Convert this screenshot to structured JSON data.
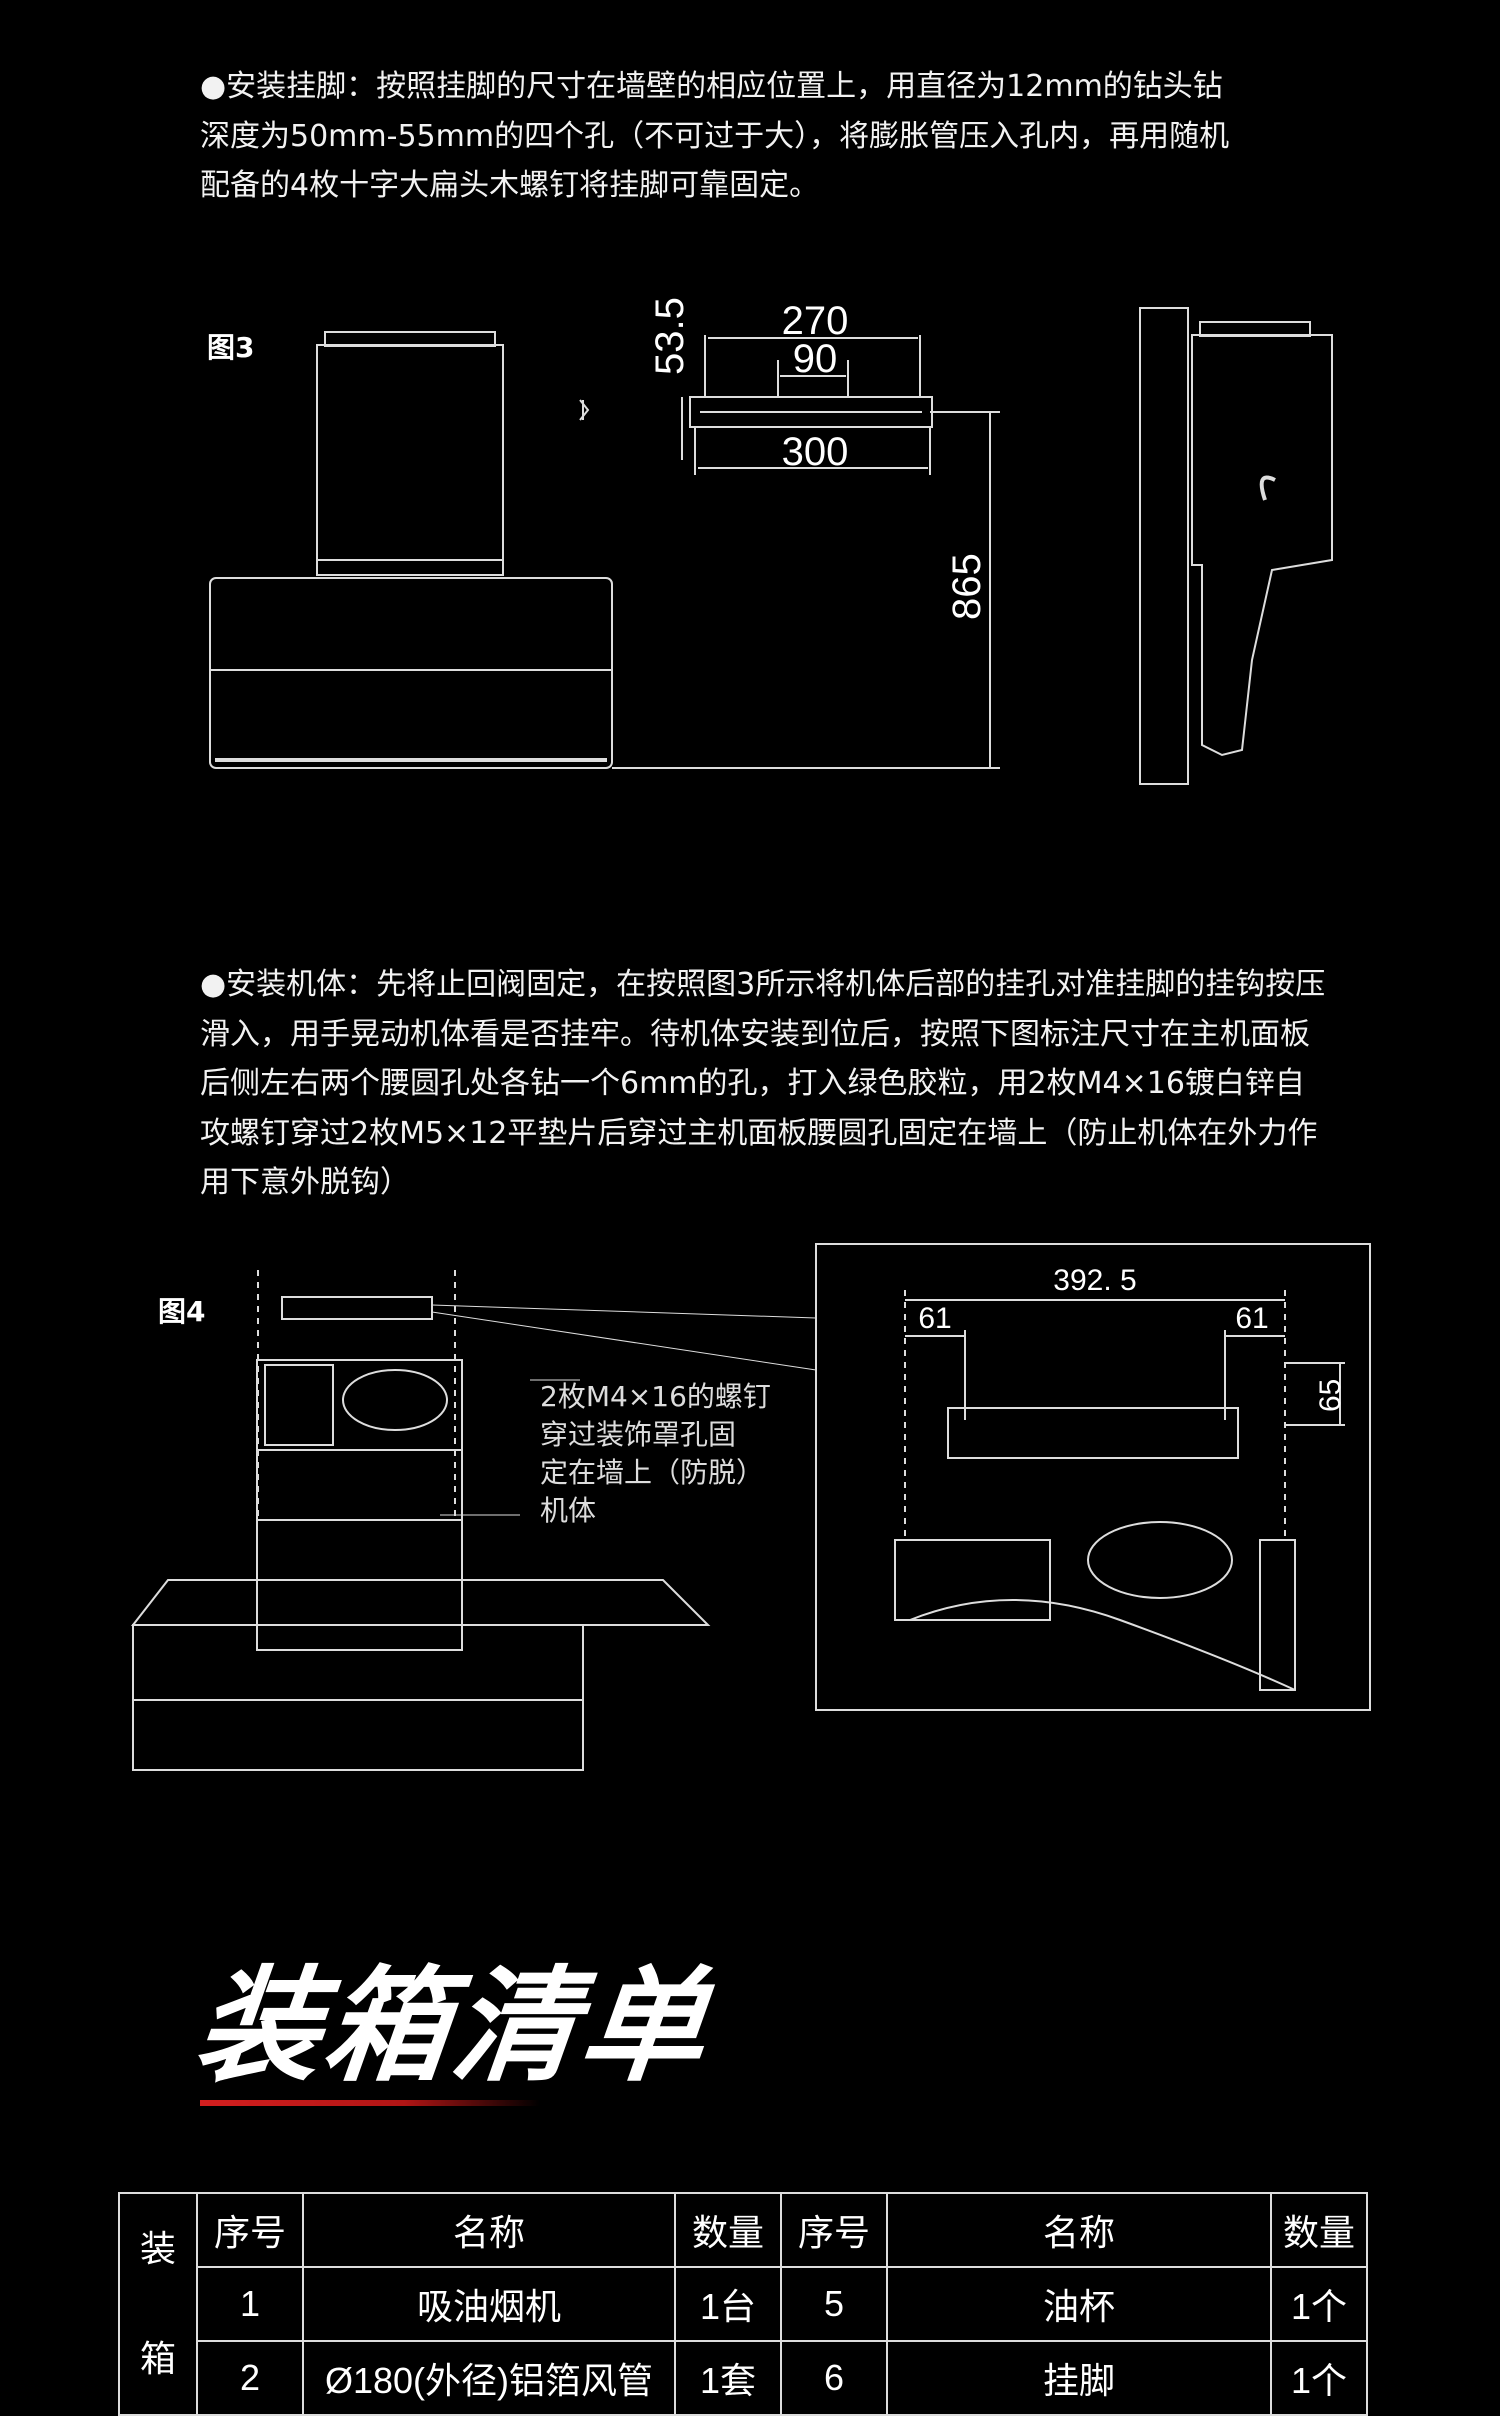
{
  "section1": {
    "lines": [
      "●安装挂脚：按照挂脚的尺寸在墙壁的相应位置上，用直径为12mm的钻头钻",
      "深度为50mm-55mm的四个孔（不可过于大），将膨胀管压入孔内，再用随机",
      "配备的4枚十字大扁头木螺钉将挂脚可靠固定。"
    ]
  },
  "figure3": {
    "label": "图3",
    "dims": {
      "d1": "53.5",
      "d2": "270",
      "d3": "90",
      "d4": "300",
      "d5": "865"
    }
  },
  "section2": {
    "lines": [
      "●安装机体：先将止回阀固定，在按照图3所示将机体后部的挂孔对准挂脚的挂钩按压",
      "滑入，用手晃动机体看是否挂牢。待机体安装到位后，按照下图标注尺寸在主机面板",
      "后侧左右两个腰圆孔处各钻一个6mm的孔，打入绿色胶粒，用2枚M4×16镀白锌自",
      "攻螺钉穿过2枚M5×12平垫片后穿过主机面板腰圆孔固定在墙上（防止机体在外力作",
      "用下意外脱钩）"
    ]
  },
  "figure4": {
    "label": "图4",
    "callout_lines": [
      "2枚M4×16的螺钉",
      "穿过装饰罩孔固",
      "定在墙上（防脱）"
    ],
    "body_label": "机体",
    "dims": {
      "width": "392. 5",
      "left": "61",
      "right": "61",
      "height": "65"
    }
  },
  "packing": {
    "title": "装箱清单",
    "side_label": "装箱",
    "headers": [
      "序号",
      "名称",
      "数量",
      "序号",
      "名称",
      "数量"
    ],
    "rows": [
      [
        "1",
        "吸油烟机",
        "1台",
        "5",
        "油杯",
        "1个"
      ],
      [
        "2",
        "Ø180(外径)铝箔风管",
        "1套",
        "6",
        "挂脚",
        "1个"
      ]
    ]
  },
  "colors": {
    "background": "#000000",
    "accent": "#d31f1f"
  }
}
